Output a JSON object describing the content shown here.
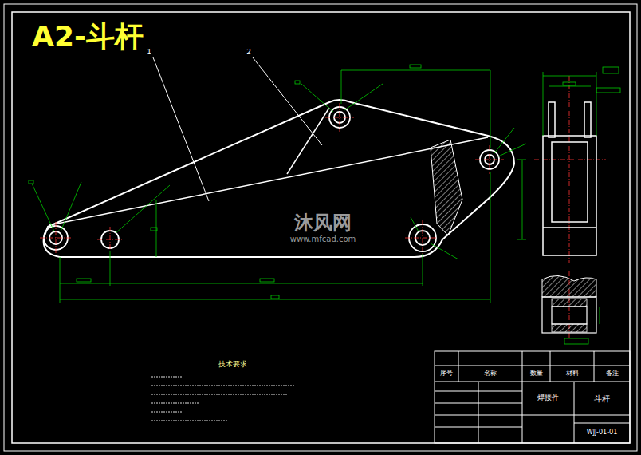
{
  "diagram": {
    "title": "A2-斗杆",
    "labels": [
      "1",
      "2",
      "技术要求",
      "序号",
      "名称",
      "数量",
      "材料",
      "备注",
      "焊接件",
      "斗杆",
      "WJJ-01-01",
      "沐风网",
      "www.mfcad.com"
    ]
  }
}
